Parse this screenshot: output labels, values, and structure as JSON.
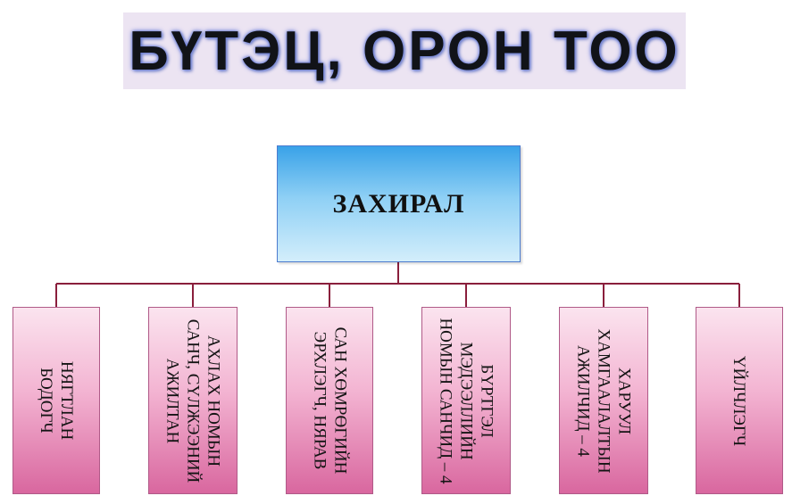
{
  "title": "БҮТЭЦ, ОРОН ТОО",
  "director": "ЗАХИРАЛ",
  "colors": {
    "line": "#8a1f3c",
    "director_top": "#39a2e8",
    "unit_bottom": "#d9679f"
  },
  "units": [
    {
      "lines": [
        "НЯГТЛАН",
        "БОДОГЧ"
      ]
    },
    {
      "lines": [
        "АХЛАХ НОМЫН",
        "САНЧ, СҮЛЖЭЭНИЙ",
        "АЖИЛТАН"
      ]
    },
    {
      "lines": [
        "САН ХӨМРӨГИЙН",
        "ЭРХЛЭГЧ, НЯРАВ"
      ]
    },
    {
      "lines": [
        "БҮРТГЭЛ",
        "МЭДЭЭЛЛИЙН",
        "НОМЫН САНЧИД – 4"
      ]
    },
    {
      "lines": [
        "ХАРУУЛ",
        "ХАМГААЛАЛТЫН",
        "АЖИЛЧИД – 4"
      ]
    },
    {
      "lines": [
        "ҮЙЛЧЛЭГЧ"
      ]
    }
  ]
}
